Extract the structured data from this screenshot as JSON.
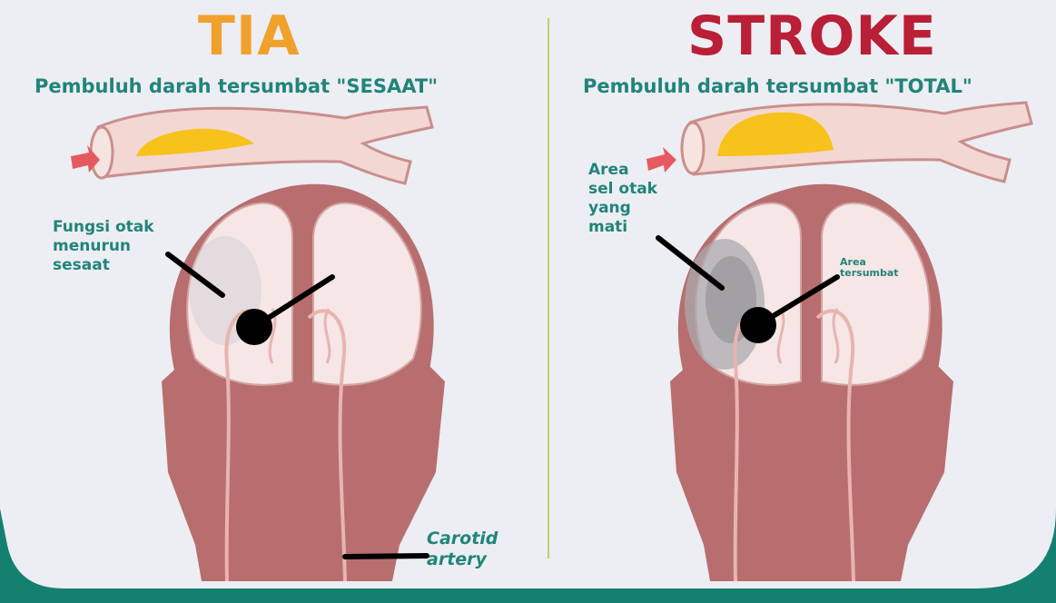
{
  "tia": {
    "title": "TIA",
    "subtitle": "Pembuluh darah tersumbat \"SESAAT\"",
    "brain_label_lines": [
      "Fungsi otak",
      "menurun",
      "sesaat"
    ]
  },
  "stroke": {
    "title": "STROKE",
    "subtitle": "Pembuluh darah tersumbat \"TOTAL\"",
    "brain_label_lines": [
      "Area",
      "sel otak",
      "yang",
      "mati"
    ],
    "blocked_label_lines": [
      "Area",
      "tersumbat"
    ]
  },
  "carotid_label_lines": [
    "Carotid",
    "artery"
  ],
  "colors": {
    "frame": "#14806f",
    "panel_bg": "#eceef3",
    "tia_title": "#f0a12c",
    "stroke_title": "#b91f36",
    "teal_text": "#21847a",
    "tissue": "#b86e6e",
    "vessel": "#f3d7d2",
    "plaque": "#f7c21a"
  }
}
